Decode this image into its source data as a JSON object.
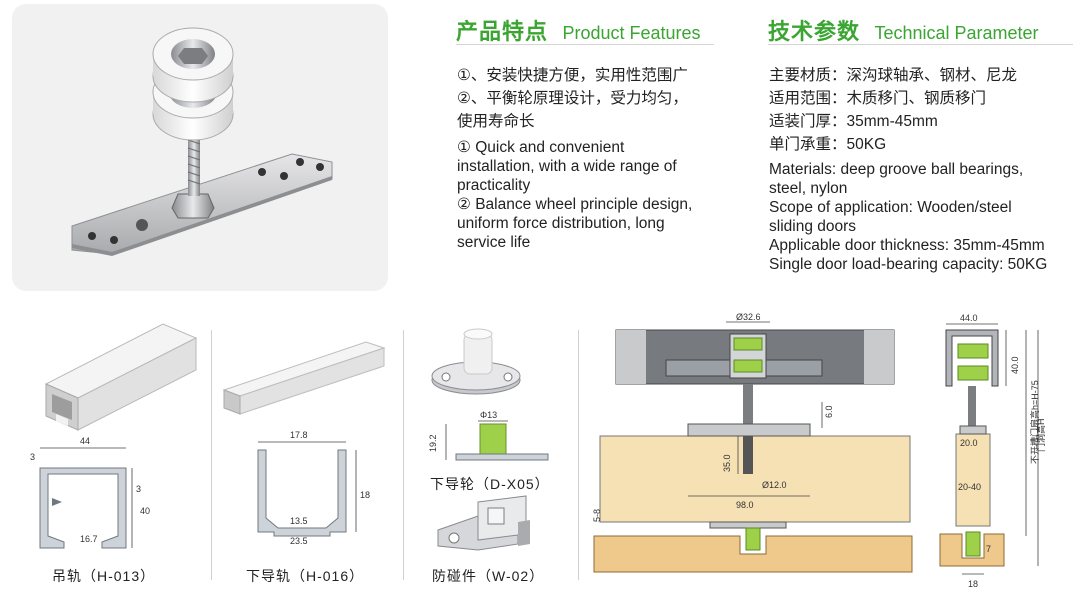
{
  "features": {
    "title_cn": "产品特点",
    "title_en": "Product Features",
    "lines_cn": [
      "①、安装快捷方便，实用性范围广",
      "②、平衡轮原理设计，受力均匀，",
      "使用寿命长"
    ],
    "lines_en": [
      "① Quick and convenient",
      "installation, with a wide range of",
      "practicality",
      "② Balance wheel principle design,",
      "uniform force distribution, long",
      "service life"
    ]
  },
  "technical": {
    "title_cn": "技术参数",
    "title_en": "Technical Parameter",
    "lines_cn": [
      "主要材质：深沟球轴承、钢材、尼龙",
      "适用范围：木质移门、钢质移门",
      "适装门厚：35mm-45mm",
      "单门承重：50KG"
    ],
    "lines_en": [
      "Materials: deep groove ball bearings,",
      "steel, nylon",
      "Scope of application: Wooden/steel",
      "sliding doors",
      "Applicable door thickness: 35mm-45mm",
      "Single door load-bearing capacity: 50KG"
    ]
  },
  "parts": {
    "upper_rail": {
      "caption": "吊轨（H-013）",
      "dims": [
        "44",
        "3",
        "3",
        "40",
        "16.7"
      ]
    },
    "lower_rail": {
      "caption": "下导轨（H-016）",
      "dims": [
        "17.8",
        "18",
        "13.5",
        "23.5"
      ]
    },
    "guide_wheel": {
      "caption": "下导轮（D-X05）",
      "dims": [
        "Φ13",
        "19.2"
      ]
    },
    "bumper": {
      "caption": "防碰件（W-02）"
    }
  },
  "assembly": {
    "front": {
      "dims": [
        "Ø32.6",
        "6.0",
        "35.0",
        "Ø12.0",
        "98.0",
        "5-8"
      ]
    },
    "side": {
      "dims": [
        "44.0",
        "40.0",
        "门洞高H",
        "不开槽门扇高h=H-75",
        "20.0",
        "20-40",
        "7",
        "18"
      ]
    }
  },
  "colors": {
    "accent_green": "#3aa531",
    "part_green": "#9ed04a",
    "wood": "#f6e1b5",
    "floor": "#efc98b",
    "steel": "#c9cacc"
  }
}
